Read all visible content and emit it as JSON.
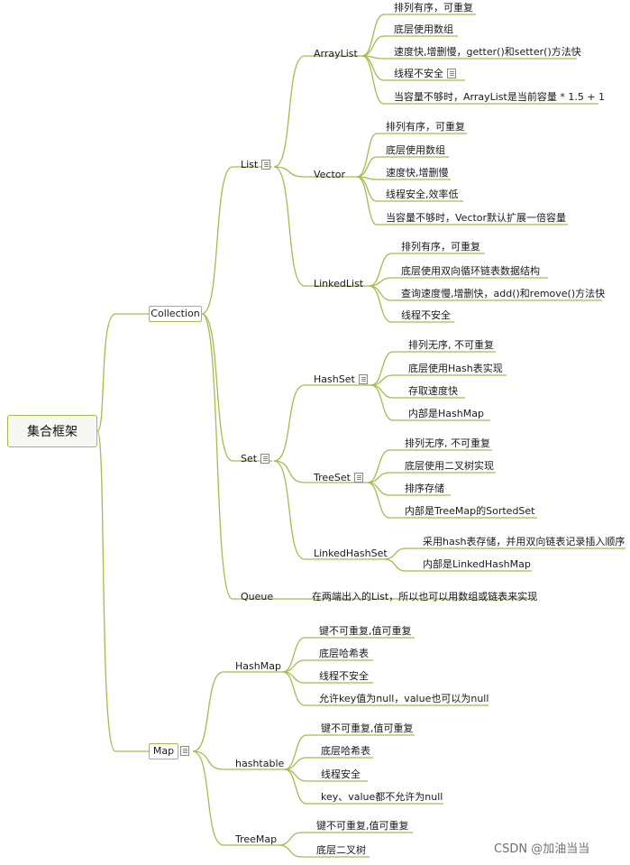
{
  "root": "集合框架",
  "collection": "Collection",
  "map": "Map",
  "list": "List",
  "set": "Set",
  "queue": "Queue",
  "queue_desc": "在两端出入的List，所以也可以用数组或链表来实现",
  "arraylist": {
    "name": "ArrayList",
    "items": [
      "排列有序，可重复",
      "底层使用数组",
      "速度快,增删慢，getter()和setter()方法快",
      "线程不安全",
      "当容量不够时，ArrayList是当前容量 * 1.5 + 1"
    ]
  },
  "vector": {
    "name": "Vector",
    "items": [
      "排列有序，可重复",
      "底层使用数组",
      "速度快,增删慢",
      "线程安全,效率低",
      "当容量不够时，Vector默认扩展一倍容量"
    ]
  },
  "linkedlist": {
    "name": "LinkedList",
    "items": [
      "排列有序，可重复",
      "底层使用双向循环链表数据结构",
      "查询速度慢,增删快，add()和remove()方法快",
      "线程不安全"
    ]
  },
  "hashset": {
    "name": "HashSet",
    "items": [
      "排列无序, 不可重复",
      "底层使用Hash表实现",
      "存取速度快",
      "内部是HashMap"
    ]
  },
  "treeset": {
    "name": "TreeSet",
    "items": [
      "排列无序, 不可重复",
      "底层使用二叉树实现",
      "排序存储",
      "内部是TreeMap的SortedSet"
    ]
  },
  "linkedhashset": {
    "name": "LinkedHashSet",
    "items": [
      "采用hash表存储，并用双向链表记录插入顺序",
      "内部是LinkedHashMap"
    ]
  },
  "hashmap": {
    "name": "HashMap",
    "items": [
      "键不可重复,值可重复",
      "底层哈希表",
      "线程不安全",
      "允许key值为null，value也可以为null"
    ]
  },
  "hashtable": {
    "name": "hashtable",
    "items": [
      "键不可重复,值可重复",
      "底层哈希表",
      "线程安全",
      "key、value都不允许为null"
    ]
  },
  "treemap": {
    "name": "TreeMap",
    "items": [
      "键不可重复,值可重复",
      "底层二叉树"
    ]
  },
  "watermark": "CSDN @加油当当",
  "colors": {
    "line": "#9fbf4a",
    "text": "#1a1a1a"
  }
}
